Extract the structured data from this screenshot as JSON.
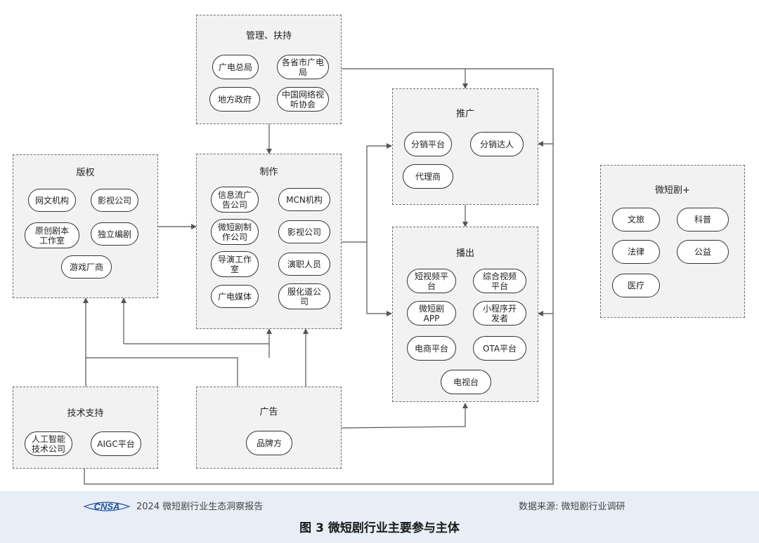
{
  "diagram": {
    "groups": {
      "management": {
        "title": "管理、扶持",
        "nodes": [
          "广电总局",
          "各省市广电局",
          "地方政府",
          "中国网络视听协会"
        ]
      },
      "copyright": {
        "title": "版权",
        "nodes": [
          "网文机构",
          "影视公司",
          "原创剧本工作室",
          "独立编剧",
          "游戏厂商"
        ]
      },
      "production": {
        "title": "制作",
        "nodes": [
          "信息流广告公司",
          "MCN机构",
          "微短剧制作公司",
          "影视公司",
          "导演工作室",
          "演职人员",
          "广电媒体",
          "服化道公司"
        ]
      },
      "promotion": {
        "title": "推广",
        "nodes": [
          "分销平台",
          "分销达人",
          "代理商"
        ]
      },
      "broadcast": {
        "title": "播出",
        "nodes": [
          "短视频平台",
          "综合视频平台",
          "微短剧APP",
          "小程序开发者",
          "电商平台",
          "OTA平台",
          "电视台"
        ]
      },
      "plus": {
        "title": "微短剧+",
        "nodes": [
          "文旅",
          "科普",
          "法律",
          "公益",
          "医疗"
        ]
      },
      "tech": {
        "title": "技术支持",
        "nodes": [
          "人工智能技术公司",
          "AIGC平台"
        ]
      },
      "ads": {
        "title": "广告",
        "nodes": [
          "品牌方"
        ]
      }
    }
  },
  "footer": {
    "logo_text": "CNSA",
    "report_title": "2024 微短剧行业生态洞察报告",
    "source": "数据来源: 微短剧行业调研",
    "caption": "图 3  微短剧行业主要参与主体"
  },
  "colors": {
    "group_fill": "#f2f2f2",
    "line": "#555555",
    "footer_bg": "#e8eef6",
    "logo_blue": "#1f4e9a"
  }
}
